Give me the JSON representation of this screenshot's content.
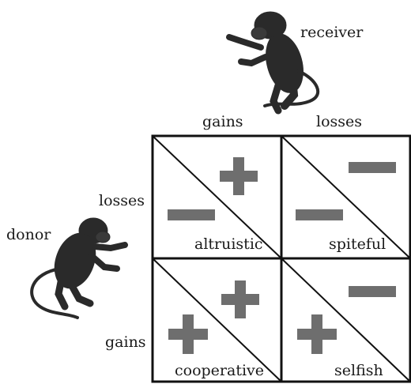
{
  "roles": {
    "receiver": "receiver",
    "donor": "donor"
  },
  "receiver_outcomes": {
    "gains": "gains",
    "losses": "losses"
  },
  "donor_outcomes": {
    "losses": "losses",
    "gains": "gains"
  },
  "cells": [
    {
      "name": "altruistic",
      "donor_sign": "minus",
      "receiver_sign": "plus"
    },
    {
      "name": "spiteful",
      "donor_sign": "minus",
      "receiver_sign": "minus"
    },
    {
      "name": "cooperative",
      "donor_sign": "plus",
      "receiver_sign": "plus"
    },
    {
      "name": "selfish",
      "donor_sign": "plus",
      "receiver_sign": "minus"
    }
  ],
  "colors": {
    "grid": "#111111",
    "sign": "#6e6e6e",
    "monkey": "#2a2a2a"
  }
}
